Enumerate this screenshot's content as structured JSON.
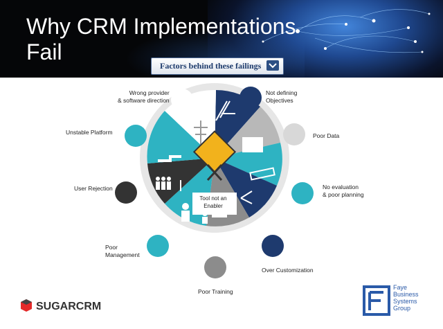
{
  "header": {
    "title_line1": "Why CRM Implementations",
    "title_line2": "Fail",
    "subtitle": "Factors behind these failings"
  },
  "center": {
    "label": "Tool not an\nEnabler",
    "icon": "tools-warning-icon"
  },
  "factors": [
    {
      "label": "Not defining\nObjectives",
      "icon": "telescope-icon",
      "color": "#1e3a6e"
    },
    {
      "label": "Poor Data",
      "icon": "folder-icon",
      "color": "#b8b8b8"
    },
    {
      "label": "No evaluation\n& poor planning",
      "icon": "ruler-icon",
      "color": "#2eb3c2"
    },
    {
      "label": "Over Customization",
      "icon": "scissors-icon",
      "color": "#1e3a6e"
    },
    {
      "label": "Poor Training",
      "icon": "presentation-icon",
      "color": "#8c8c8c"
    },
    {
      "label": "Poor\nManagement",
      "icon": "person-icon",
      "color": "#2eb3c2"
    },
    {
      "label": "User Rejection",
      "icon": "people-icon",
      "color": "#333333"
    },
    {
      "label": "Unstable Platform",
      "icon": "stairs-icon",
      "color": "#2eb3c2"
    },
    {
      "label": "Wrong provider\n& software direction",
      "icon": "signpost-icon",
      "color": "#ffffff"
    }
  ],
  "logos": {
    "sugarcrm": "SUGARCRM",
    "faye_line1": "Faye",
    "faye_line2": "Business",
    "faye_line3": "Systems",
    "faye_line4": "Group"
  }
}
